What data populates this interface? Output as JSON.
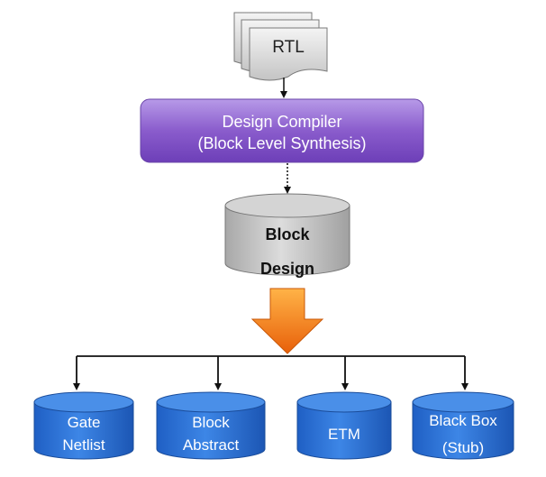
{
  "diagram": {
    "rtl": {
      "label": "RTL"
    },
    "compiler": {
      "line1": "Design Compiler",
      "line2": "(Block Level Synthesis)"
    },
    "block_design": {
      "line1": "Block",
      "line2": "Design"
    },
    "outputs": [
      {
        "line1": "Gate",
        "line2": "Netlist"
      },
      {
        "line1": "Block",
        "line2": "Abstract"
      },
      {
        "line1": "ETM",
        "line2": ""
      },
      {
        "line1": "Black Box",
        "line2": "(Stub)"
      }
    ]
  },
  "colors": {
    "compiler_fill": "#8a5ccc",
    "output_fill": "#2f73d6",
    "arrow_orange": "#f07a10",
    "document_gray": "#c8c8c8",
    "block_design_gray": "#bdbdbd"
  }
}
